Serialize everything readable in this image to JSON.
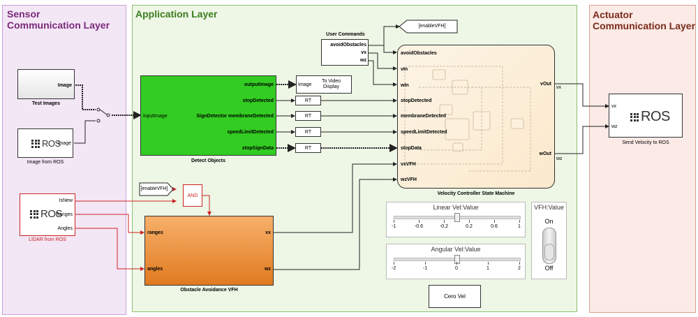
{
  "layers": {
    "sensor": "Sensor\nCommunication Layer",
    "application": "Application Layer",
    "actuator": "Actuator\nCommunication Layer"
  },
  "blocks": {
    "test_images": {
      "port": "Image",
      "caption": "Test Images"
    },
    "image_ros": {
      "logo": "ROS",
      "port": "Image",
      "caption": "Image from ROS"
    },
    "lidar_ros": {
      "logo": "ROS",
      "ports": [
        "IsNew",
        "Ranges",
        "Angles"
      ],
      "caption": "LIDAR from ROS"
    },
    "detect_objects": {
      "input": "inputImage",
      "outputs": [
        "outputImage",
        "stopDetected",
        "SignDetector membraneDetected",
        "speedLimitDetected",
        "stopSignData"
      ],
      "caption": "Detect Objects"
    },
    "video_display": {
      "port": "Image",
      "label": "To Video\nDisplay"
    },
    "rt_label": "RT",
    "user_commands": {
      "title": "User Commands",
      "ports": [
        "avoidObstacles",
        "vx",
        "wz"
      ]
    },
    "goto_tag": "[enableVFH]",
    "from_tag": "[enableVFH]",
    "and_block": "AND",
    "state_machine": {
      "inputs": [
        "avoidObstacles",
        "vIn",
        "wIn",
        "stopDetected",
        "membraneDetected",
        "speedLimitDetected",
        "stopData",
        "vxVFH",
        "wzVFH"
      ],
      "outputs": [
        "vOut",
        "wOut"
      ],
      "caption": "Velocity Controller State Machine"
    },
    "vfh": {
      "inputs": [
        "ranges",
        "angles"
      ],
      "outputs": [
        "vx",
        "wz"
      ],
      "caption": "Obstacle Avoidance VFH"
    },
    "send_ros": {
      "logo": "ROS",
      "ports": [
        "vx",
        "wz"
      ],
      "caption": "Send Velocity to ROS"
    },
    "signal_labels": {
      "vx": "vx",
      "wz": "wz"
    }
  },
  "dashboard": {
    "linear": {
      "title": "Linear Vel:Value",
      "ticks": [
        "-1",
        "-0.6",
        "-0.2",
        "0.2",
        "0.6",
        "1"
      ],
      "value": 0
    },
    "angular": {
      "title": "Angular Vel:Value",
      "ticks": [
        "-2",
        "-1",
        "0",
        "1",
        "2"
      ],
      "value": 0
    },
    "vfh_switch": {
      "title": "VFH:Value",
      "on": "On",
      "off": "Off"
    },
    "zero_button": "Cero Vel"
  },
  "colors": {
    "sensor_fill": "#f3e6f5",
    "sensor_border": "#c9a0dc",
    "sensor_title": "#7a2a7a",
    "app_fill": "#eef6e6",
    "app_border": "#8fbf70",
    "app_title": "#3a7d1e",
    "act_fill": "#fbeae6",
    "act_border": "#dca08f",
    "act_title": "#7a2a1a",
    "detect_fill": "#33cc22",
    "vfh_fill": "#e8862a",
    "lidar_border": "#cc2222",
    "signal_red": "#cc2222"
  }
}
